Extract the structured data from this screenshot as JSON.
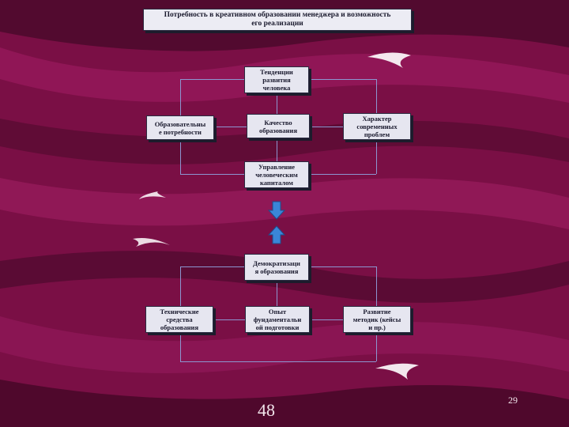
{
  "title": "Потребность в креативном образовании менеджера и возможность\nего реализации",
  "top_diagram": {
    "trends": "Тенденции\nразвития\nчеловека",
    "needs": "Образовательны\nе потребности",
    "quality": "Качество\nобразования",
    "problems": "Характер\nсовременных\nпроблем",
    "capital": "Управление\nчеловеческим\nкапиталом"
  },
  "bottom_diagram": {
    "democratization": "Демократизаци\nя образования",
    "technical": "Технические\nсредства\nобразования",
    "experience": "Опыт\nфундаментальн\nой подготовки",
    "methods": "Развитие\nметодик (кейсы\nи пр.)"
  },
  "page_number": "48",
  "slide_number": "29",
  "colors": {
    "background": "#7a0f45",
    "box_fill": "#e6e6f0",
    "connector": "#8c96d0",
    "arrow": "#3a86d8"
  }
}
